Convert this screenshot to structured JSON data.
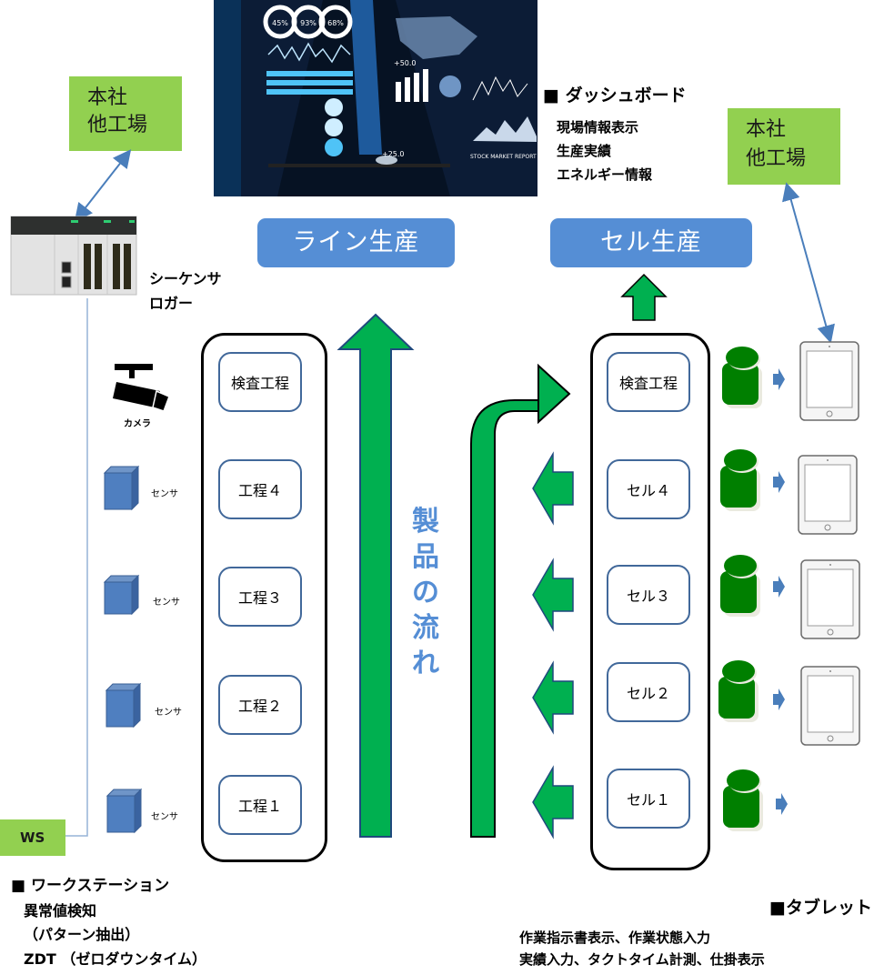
{
  "header": {
    "photo": {
      "description": "business-dashboard-photo",
      "gauges": [
        "45%",
        "93%",
        "68%"
      ],
      "overlay_values": [
        "+50.0",
        "+25.0"
      ],
      "overlay_caption": "STOCK MARKET REPORT"
    },
    "dashboard": {
      "title": "■ ダッシュボード",
      "items": [
        "現場情報表示",
        "生産実績",
        "エネルギー情報"
      ]
    }
  },
  "hq_boxes": {
    "left": {
      "line1": "本社",
      "line2": "他工場"
    },
    "right": {
      "line1": "本社",
      "line2": "他工場"
    }
  },
  "sequencer": {
    "label_line1": "シーケンサ",
    "label_line2": "ロガー"
  },
  "camera": {
    "label": "カメラ"
  },
  "sensors": [
    {
      "label": "センサ"
    },
    {
      "label": "センサ"
    },
    {
      "label": "センサ"
    },
    {
      "label": "センサ"
    }
  ],
  "workstation": {
    "box_label": "WS",
    "title": "■ ワークステーション",
    "items": [
      "異常値検知",
      "（パターン抽出）",
      "ZDT （ゼロダウンタイム）"
    ]
  },
  "line_production": {
    "title": "ライン生産",
    "steps": [
      "検査工程",
      "工程４",
      "工程３",
      "工程２",
      "工程１"
    ]
  },
  "product_flow": {
    "chars": [
      "製",
      "品",
      "の",
      "流",
      "れ"
    ]
  },
  "cell_production": {
    "title": "セル生産",
    "steps": [
      "検査工程",
      "セル４",
      "セル３",
      "セル２",
      "セル１"
    ]
  },
  "tablet": {
    "title": "■タブレット",
    "line1": "作業指示書表示、作業状態入力",
    "line2": "実績入力、タクトタイム計測、仕掛表示"
  },
  "colors": {
    "green_box": "#92d050",
    "blue_pill": "#558ed5",
    "arrow_green": "#00b050",
    "worker_green": "#007f00",
    "step_border": "#41689a",
    "connector_blue": "#4a7ebb"
  }
}
